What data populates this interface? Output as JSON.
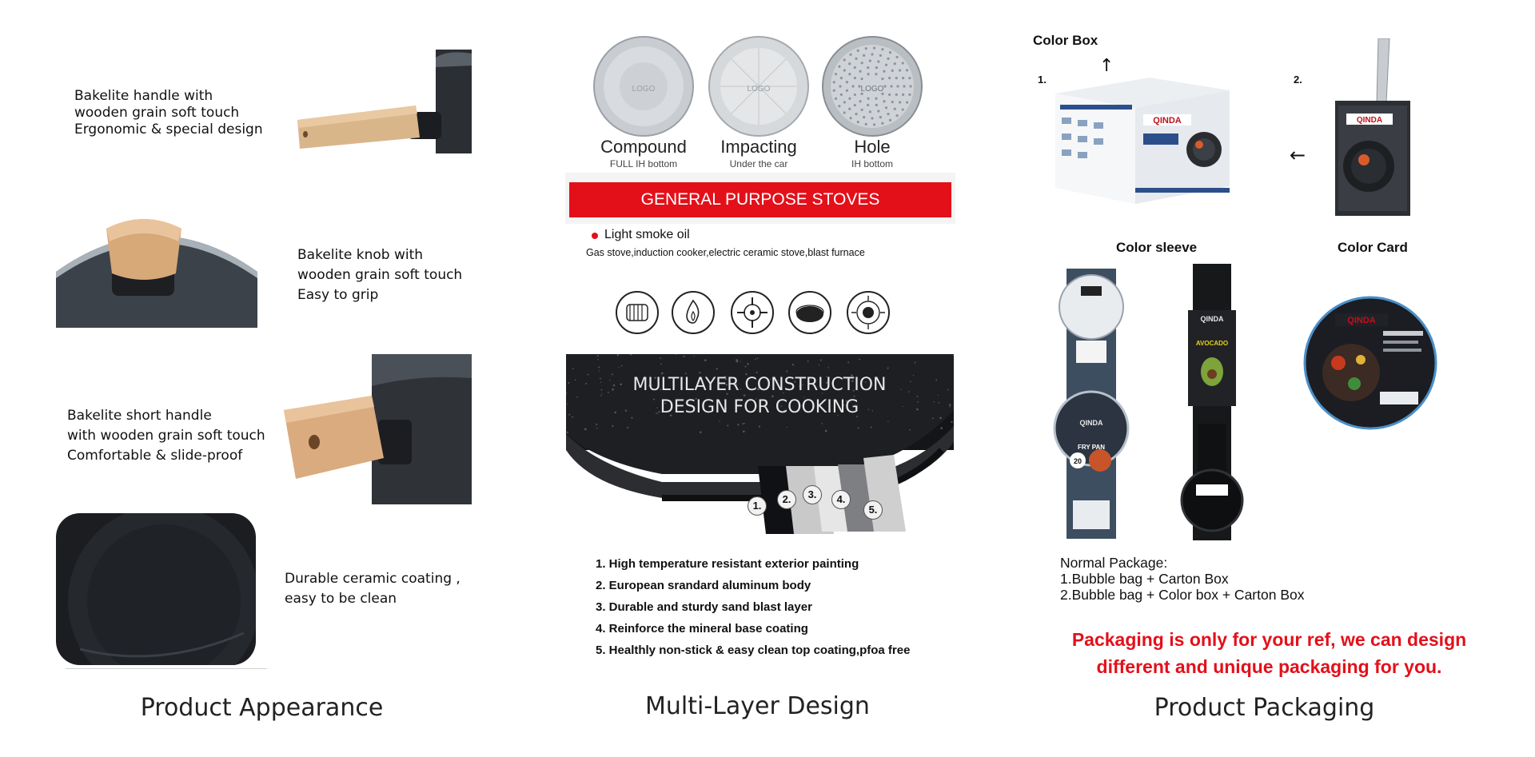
{
  "appearance": {
    "feature1": [
      "Bakelite handle with",
      "wooden grain soft touch",
      "Ergonomic & special design"
    ],
    "feature2": [
      "Bakelite knob with",
      "wooden grain soft touch",
      "Easy to grip"
    ],
    "feature3": [
      "Bakelite short handle",
      "with wooden grain soft touch",
      "Comfortable & slide-proof"
    ],
    "feature4": [
      "Durable ceramic coating ,",
      "easy to be clean"
    ],
    "caption": "Product Appearance"
  },
  "multilayer": {
    "bottoms": [
      {
        "name": "Compound",
        "sub": "FULL IH bottom"
      },
      {
        "name": "Impacting",
        "sub": "Under the car"
      },
      {
        "name": "Hole",
        "sub": "IH bottom"
      }
    ],
    "logo_text": "LOGO",
    "stoves_banner": "GENERAL PURPOSE STOVES",
    "light_smoke": "Light smoke oil",
    "stove_types": "Gas stove,induction cooker,electric ceramic stove,blast furnace",
    "construction_title": [
      "MULTILAYER CONSTRUCTION",
      "DESIGN FOR COOKING"
    ],
    "layer_numbers": [
      "1.",
      "2.",
      "3.",
      "4.",
      "5."
    ],
    "layers": [
      "1. High temperature resistant exterior painting",
      "2. European srandard aluminum body",
      "3. Durable and sturdy sand blast layer",
      "4. Reinforce the mineral base coating",
      "5. Healthly non-stick & easy clean top coating,pfoa free"
    ],
    "caption": "Multi-Layer Design",
    "colors": {
      "banner_red": "#e3101a"
    }
  },
  "packaging": {
    "color_box": "Color Box",
    "num1": "1.",
    "num2": "2.",
    "color_sleeve": "Color sleeve",
    "color_card": "Color Card",
    "normal_package": [
      "Normal Package:",
      "1.Bubble bag + Carton Box",
      "2.Bubble bag + Color box + Carton Box"
    ],
    "note": [
      "Packaging is only for your ref, we can design",
      "different and unique packaging for you."
    ],
    "caption": "Product Packaging",
    "brand": "QINDA",
    "sleeve_text": {
      "fry_pan": "FRY PAN",
      "avocado": "AVOCADO",
      "size": "20"
    },
    "colors": {
      "note_red": "#e3101a"
    }
  }
}
